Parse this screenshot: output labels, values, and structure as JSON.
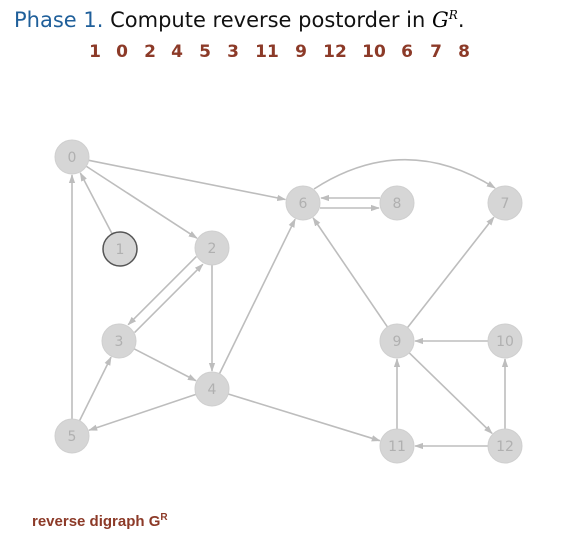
{
  "title": {
    "phase": "Phase 1.",
    "text": "Compute reverse postorder in",
    "graph_symbol": "G",
    "graph_sup": "R",
    "period": "."
  },
  "order": [
    "1",
    "0",
    "2",
    "4",
    "5",
    "3",
    "11",
    "9",
    "12",
    "10",
    "6",
    "7",
    "8"
  ],
  "caption": {
    "text": "reverse digraph G",
    "sup": "R"
  },
  "colors": {
    "phase": "#1f5f9a",
    "accent": "#8c3a28",
    "node_fill": "#d6d6d6",
    "node_text": "#b0b0b0",
    "edge": "#bdbdbd",
    "current_stroke": "#555555"
  },
  "graph": {
    "nodes": [
      {
        "id": "0",
        "label": "0",
        "state": "default"
      },
      {
        "id": "1",
        "label": "1",
        "state": "current"
      },
      {
        "id": "2",
        "label": "2",
        "state": "default"
      },
      {
        "id": "3",
        "label": "3",
        "state": "default"
      },
      {
        "id": "4",
        "label": "4",
        "state": "default"
      },
      {
        "id": "5",
        "label": "5",
        "state": "default"
      },
      {
        "id": "6",
        "label": "6",
        "state": "default"
      },
      {
        "id": "7",
        "label": "7",
        "state": "default"
      },
      {
        "id": "8",
        "label": "8",
        "state": "default"
      },
      {
        "id": "9",
        "label": "9",
        "state": "default"
      },
      {
        "id": "10",
        "label": "10",
        "state": "default"
      },
      {
        "id": "11",
        "label": "11",
        "state": "default"
      },
      {
        "id": "12",
        "label": "12",
        "state": "default"
      }
    ],
    "edges": [
      [
        "1",
        "0"
      ],
      [
        "0",
        "2"
      ],
      [
        "0",
        "6"
      ],
      [
        "5",
        "0"
      ],
      [
        "2",
        "3"
      ],
      [
        "3",
        "2"
      ],
      [
        "2",
        "4"
      ],
      [
        "3",
        "4"
      ],
      [
        "4",
        "5"
      ],
      [
        "5",
        "3"
      ],
      [
        "4",
        "6"
      ],
      [
        "4",
        "11"
      ],
      [
        "6",
        "8"
      ],
      [
        "8",
        "6"
      ],
      [
        "6",
        "7"
      ],
      [
        "9",
        "6"
      ],
      [
        "9",
        "7"
      ],
      [
        "10",
        "9"
      ],
      [
        "9",
        "12"
      ],
      [
        "11",
        "9"
      ],
      [
        "12",
        "10"
      ],
      [
        "12",
        "11"
      ]
    ]
  }
}
